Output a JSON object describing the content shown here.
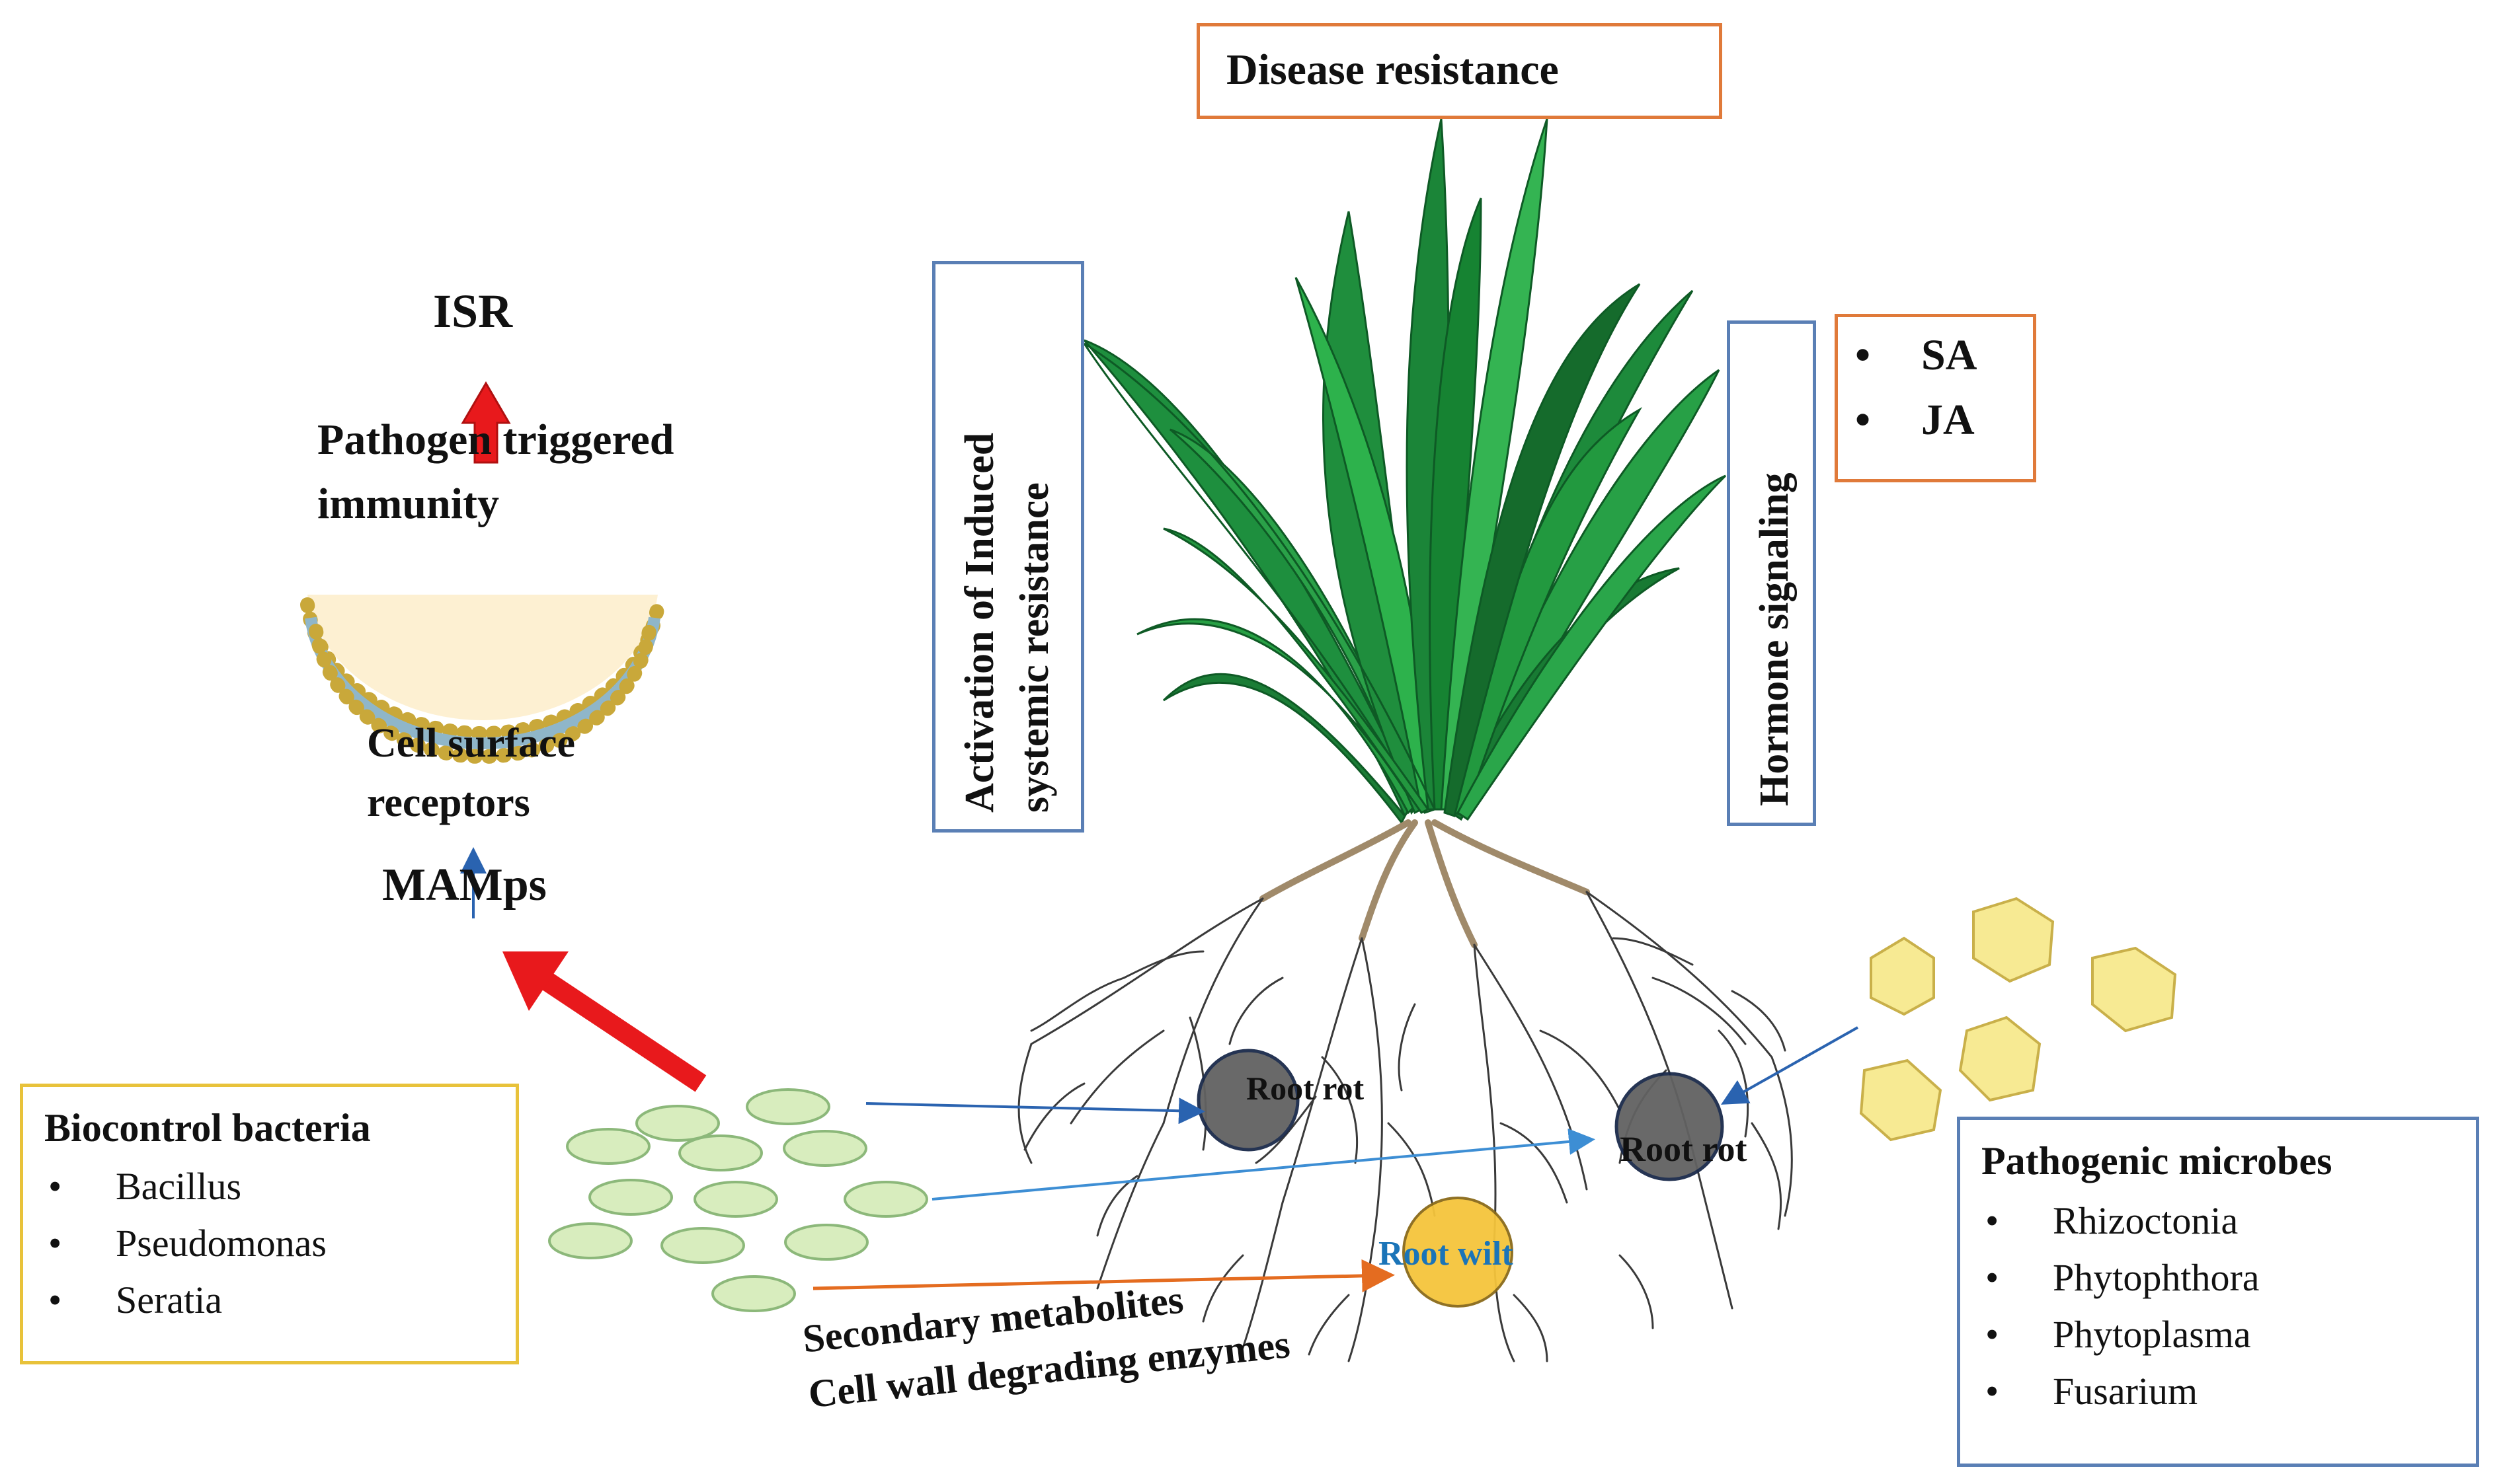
{
  "top": {
    "disease_resistance": "Disease resistance"
  },
  "left_panel": {
    "isr": "ISR",
    "pti_line1": "Pathogen triggered",
    "pti_line2": "immunity",
    "receptors_line1": "Cell surface",
    "receptors_line2": "receptors",
    "mamps": "MAMps"
  },
  "activation_box": {
    "line1": "Activation of Induced",
    "line2": "systemic resistance"
  },
  "hormone_box": {
    "label": "Hormone signaling"
  },
  "hormones": {
    "items": [
      "SA",
      "JA"
    ]
  },
  "roots": {
    "root_rot_1": "Root rot",
    "root_rot_2": "Root rot",
    "root_wilt": "Root wilt"
  },
  "biocontrol": {
    "title": "Biocontrol bacteria",
    "items": [
      "Bacillus",
      "Pseudomonas",
      "Seratia"
    ]
  },
  "pathogens": {
    "title": "Pathogenic microbes",
    "items": [
      "Rhizoctonia",
      "Phytophthora",
      "Phytoplasma",
      "Fusarium"
    ]
  },
  "mechanisms": {
    "line1": "Secondary metabolites",
    "line2": "Cell wall degrading enzymes"
  },
  "colors": {
    "orange_box": "#e07a3a",
    "blue_box": "#5a7fb5",
    "gold_box": "#e8c23a",
    "red_arrow": "#e8191c",
    "leaf_green": "#1f8a3c",
    "bacteria_fill": "#d8edbe",
    "pathogen_fill": "#f7ea93",
    "root_rot_fill": "#616161",
    "root_wilt_fill": "#f5c53c",
    "root_wilt_text": "#1a74b8"
  }
}
